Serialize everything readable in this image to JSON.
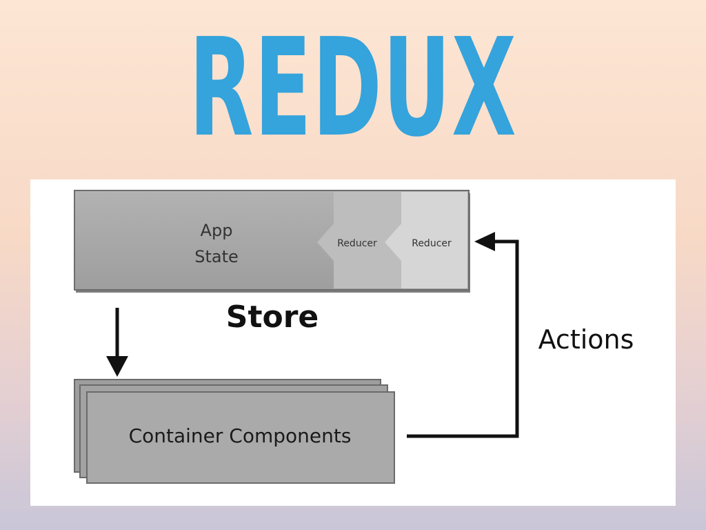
{
  "slide": {
    "title": "REDUX",
    "title_color": "#35a3dc"
  },
  "diagram": {
    "store": {
      "label": "Store",
      "app_state_lines": [
        "App",
        "State"
      ],
      "reducers": [
        "Reducer",
        "Reducer"
      ]
    },
    "container_components": {
      "label": "Container Components"
    },
    "actions": {
      "label": "Actions"
    },
    "colors": {
      "store_fill": "#a8a8a8",
      "reducer1_fill": "#bfbfbf",
      "reducer2_fill": "#d5d5d5",
      "container_fill": "#a9a9a9",
      "arrow": "#111111"
    }
  }
}
